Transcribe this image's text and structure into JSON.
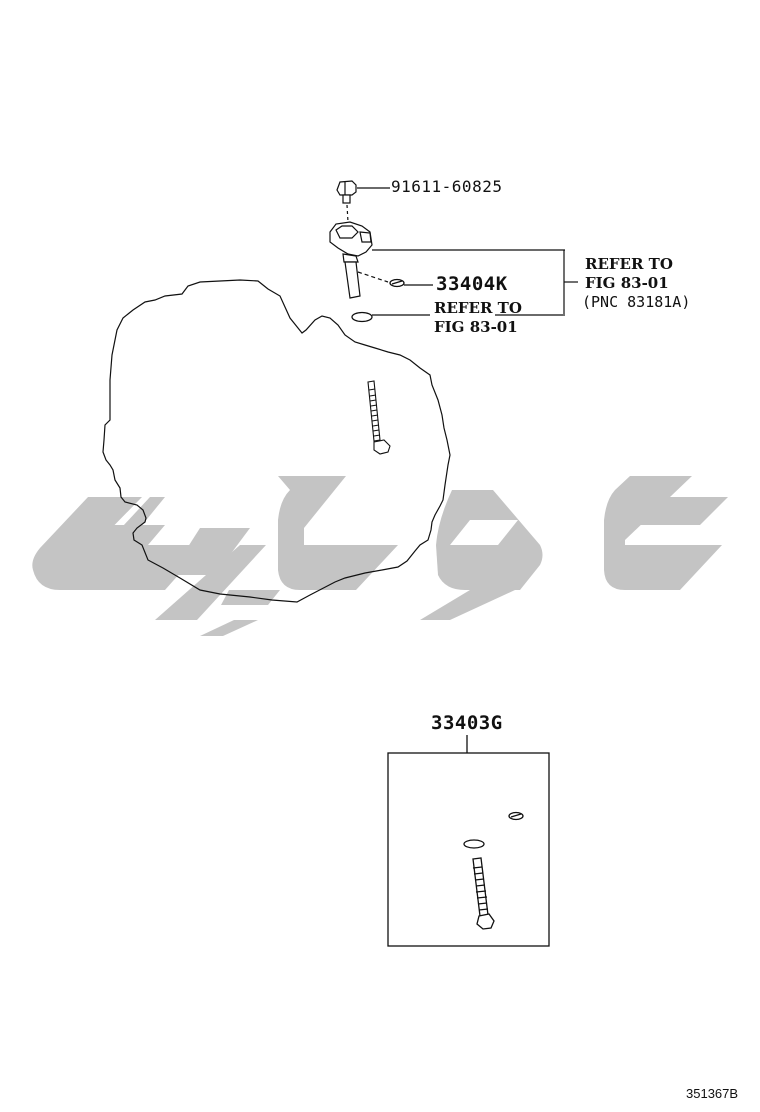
{
  "diagram": {
    "figure_id": "351367B",
    "watermark": {
      "description": "grey stylized Arabic-script logo watermark",
      "color": "#c4c4c4"
    },
    "parts": [
      {
        "part_number": "91611-60825",
        "description": "bolt"
      },
      {
        "part_number": "33404K",
        "description": "clip / retaining ring"
      },
      {
        "part_number": "33403G",
        "description": "kit (ring, o-ring, driven gear)"
      }
    ],
    "references": [
      {
        "line1": "REFER TO",
        "line2": "FIG 83-01",
        "target": "o-ring"
      },
      {
        "line1": "REFER TO",
        "line2": "FIG 83-01",
        "line3": "(PNC 83181A)",
        "target": "speed sensor"
      }
    ]
  }
}
